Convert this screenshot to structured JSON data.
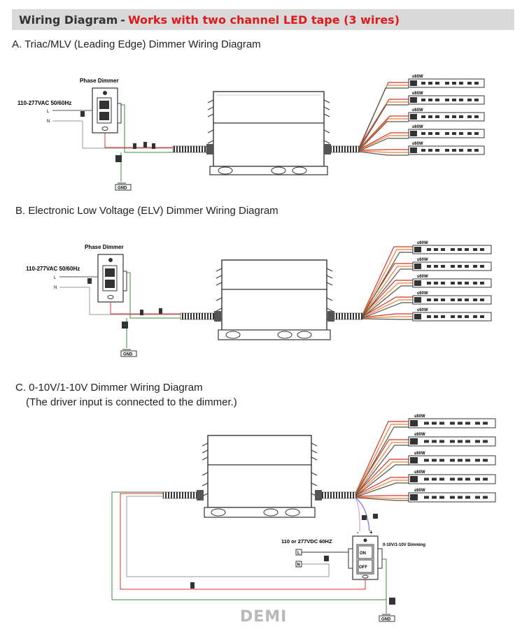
{
  "header": {
    "title": "Wiring Diagram",
    "separator": "-",
    "highlight": "Works with two channel LED tape (3 wires)"
  },
  "sections": {
    "a": {
      "title": "A. Triac/MLV (Leading Edge) Dimmer Wiring Diagram",
      "dimmer_label": "Phase Dimmer",
      "supply": "110-277VAC 50/60Hz",
      "l": "L",
      "n": "N",
      "gnd": "GND"
    },
    "b": {
      "title": "B. Electronic Low Voltage (ELV) Dimmer Wiring Diagram",
      "dimmer_label": "Phase Dimmer",
      "supply": "110-277VAC 50/60Hz",
      "l": "L",
      "n": "N",
      "gnd": "GND"
    },
    "c": {
      "title": "C. 0-10V/1-10V Dimmer Wiring Diagram",
      "subtitle": "(The driver input is connected to the dimmer.)",
      "supply": "110 or 277VDC 60HZ",
      "l": "L",
      "n": "N",
      "dimming": "0-10V/1-10V Dimming",
      "on": "ON",
      "off": "OFF",
      "minus": "-",
      "plus": "+",
      "gnd": "GND"
    }
  },
  "strip_label": "≤60W",
  "watermark": "DEMI",
  "colors": {
    "header_bg": "#d9d9d9",
    "accent_red": "#e0191b",
    "wire_red": "#d9302a",
    "wire_orange": "#e8842a",
    "wire_green": "#3d8a3d",
    "wire_gray": "#999999"
  }
}
